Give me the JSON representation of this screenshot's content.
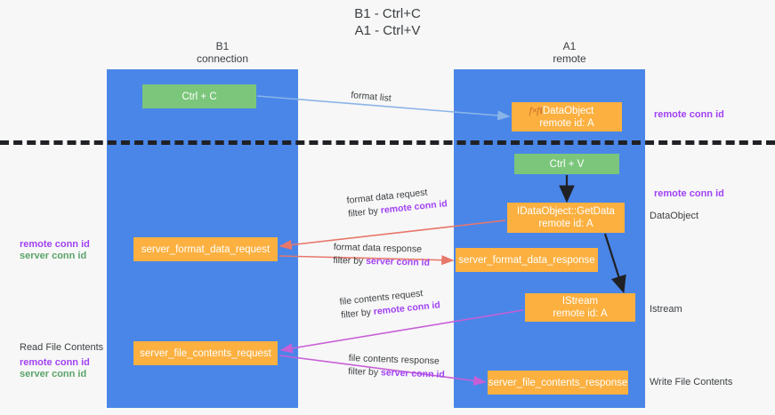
{
  "title": "B1 - Ctrl+C\nA1 - Ctrl+V",
  "colors": {
    "lane": "#4a86e8",
    "green_box": "#7bc67b",
    "orange_box": "#fbb040",
    "purple_text": "#a142f4",
    "green_text": "#5aa469",
    "red_arrow": "#e8776b",
    "magenta_arrow": "#c75fd6",
    "blue_arrow": "#8ab4e8",
    "black_arrow": "#202124",
    "separator": "#202124"
  },
  "columns": [
    {
      "name": "B1",
      "sub": "connection",
      "header": "B1\nconnection"
    },
    {
      "name": "A1",
      "sub": "remote",
      "header": "A1\nremote"
    }
  ],
  "boxes": {
    "ctrl_c": {
      "label": "Ctrl + C",
      "kind": "green"
    },
    "idataobject": {
      "line1": "IDataObject",
      "line2": "remote id: A",
      "ghost": "ƒ×ƒíl",
      "kind": "orange"
    },
    "ctrl_v": {
      "label": "Ctrl + V",
      "kind": "green"
    },
    "getdata": {
      "line1": "IDataObject::GetData",
      "line2": "remote id: A",
      "kind": "orange"
    },
    "server_format_data_request": {
      "label": "server_format_data_request",
      "kind": "orange"
    },
    "server_format_data_response": {
      "label": "server_format_data_response",
      "kind": "orange"
    },
    "istream": {
      "line1": "IStream",
      "line2": "remote id: A",
      "kind": "orange"
    },
    "server_file_contents_request": {
      "label": "server_file_contents_request",
      "kind": "orange"
    },
    "server_file_contents_response": {
      "label": "server_file_contents_response",
      "kind": "orange"
    }
  },
  "edge_labels": {
    "format_list": {
      "line1": "format list"
    },
    "format_data_request": {
      "line1": "format data request",
      "line2_prefix": "filter by ",
      "line2_hi": "remote conn id"
    },
    "format_data_response": {
      "line1": "format data response",
      "line2_prefix": "filter by ",
      "line2_hi": "server conn id"
    },
    "file_contents_request": {
      "line1": "file contents request",
      "line2_prefix": "filter by ",
      "line2_hi": "remote conn id"
    },
    "file_contents_response": {
      "line1": "file contents response",
      "line2_prefix": "filter by ",
      "line2_hi": "server conn id"
    }
  },
  "annotations": {
    "remote_conn_id_top": "remote conn id",
    "remote_conn_id_mid": "remote conn id",
    "dataobject": "DataObject",
    "istream": "Istream",
    "write_file_contents": "Write File Contents",
    "read_file_contents": "Read File Contents",
    "left_conn_remote": "remote conn id",
    "left_conn_server": "server conn id",
    "left_conn2_remote": "remote conn id",
    "left_conn2_server": "server conn id"
  }
}
